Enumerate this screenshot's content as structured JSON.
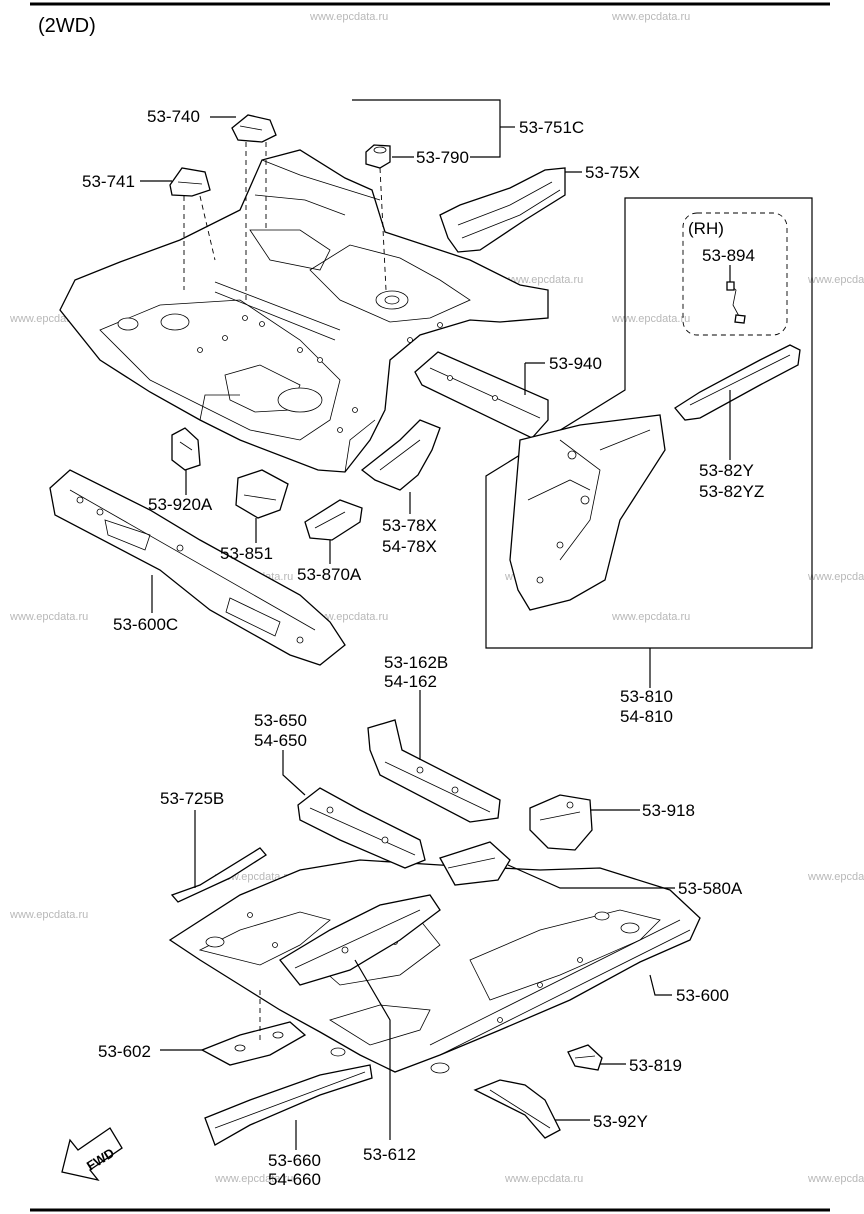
{
  "title": "(2WD)",
  "fwd_label": "FWD",
  "rh_label": "(RH)",
  "watermark": "www.epcdata.ru",
  "labels": {
    "p53_740": "53-740",
    "p53_741": "53-741",
    "p53_751c": "53-751C",
    "p53_790": "53-790",
    "p53_75x": "53-75X",
    "p53_894": "53-894",
    "p53_940": "53-940",
    "p53_82y": "53-82Y",
    "p53_82yz": "53-82YZ",
    "p53_920a": "53-920A",
    "p53_851": "53-851",
    "p53_870a": "53-870A",
    "p53_78x": "53-78X",
    "p54_78x": "54-78X",
    "p53_600c": "53-600C",
    "p53_810": "53-810",
    "p54_810": "54-810",
    "p53_162b": "53-162B",
    "p54_162": "54-162",
    "p53_650": "53-650",
    "p54_650": "54-650",
    "p53_725b": "53-725B",
    "p53_918": "53-918",
    "p53_580a": "53-580A",
    "p53_600": "53-600",
    "p53_602": "53-602",
    "p53_819": "53-819",
    "p53_92y": "53-92Y",
    "p53_612": "53-612",
    "p53_660": "53-660",
    "p54_660": "54-660"
  }
}
